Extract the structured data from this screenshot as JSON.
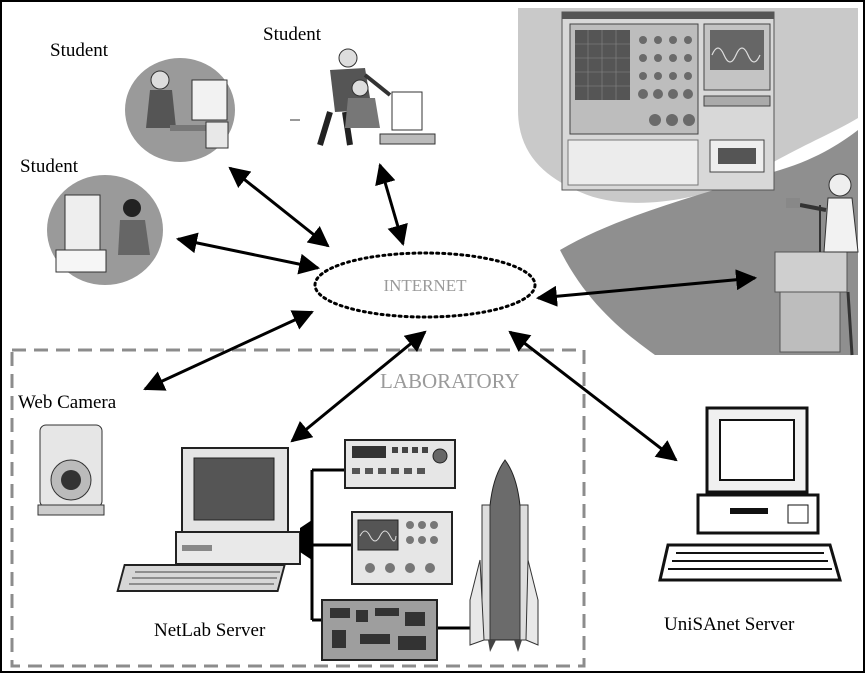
{
  "labels": {
    "student_1": "Student",
    "student_2": "Student",
    "student_3": "Student",
    "internet": "INTERNET",
    "laboratory": "LABORATORY",
    "web_camera": "Web Camera",
    "netlab_server": "NetLab Server",
    "unisanet_server": "UniSAnet Server"
  },
  "colors": {
    "border": "#000000",
    "lab_border": "#8c8c8c",
    "label_gray": "#9a9a9a",
    "background_blob": "#8f8f8f",
    "arrow": "#000000"
  }
}
